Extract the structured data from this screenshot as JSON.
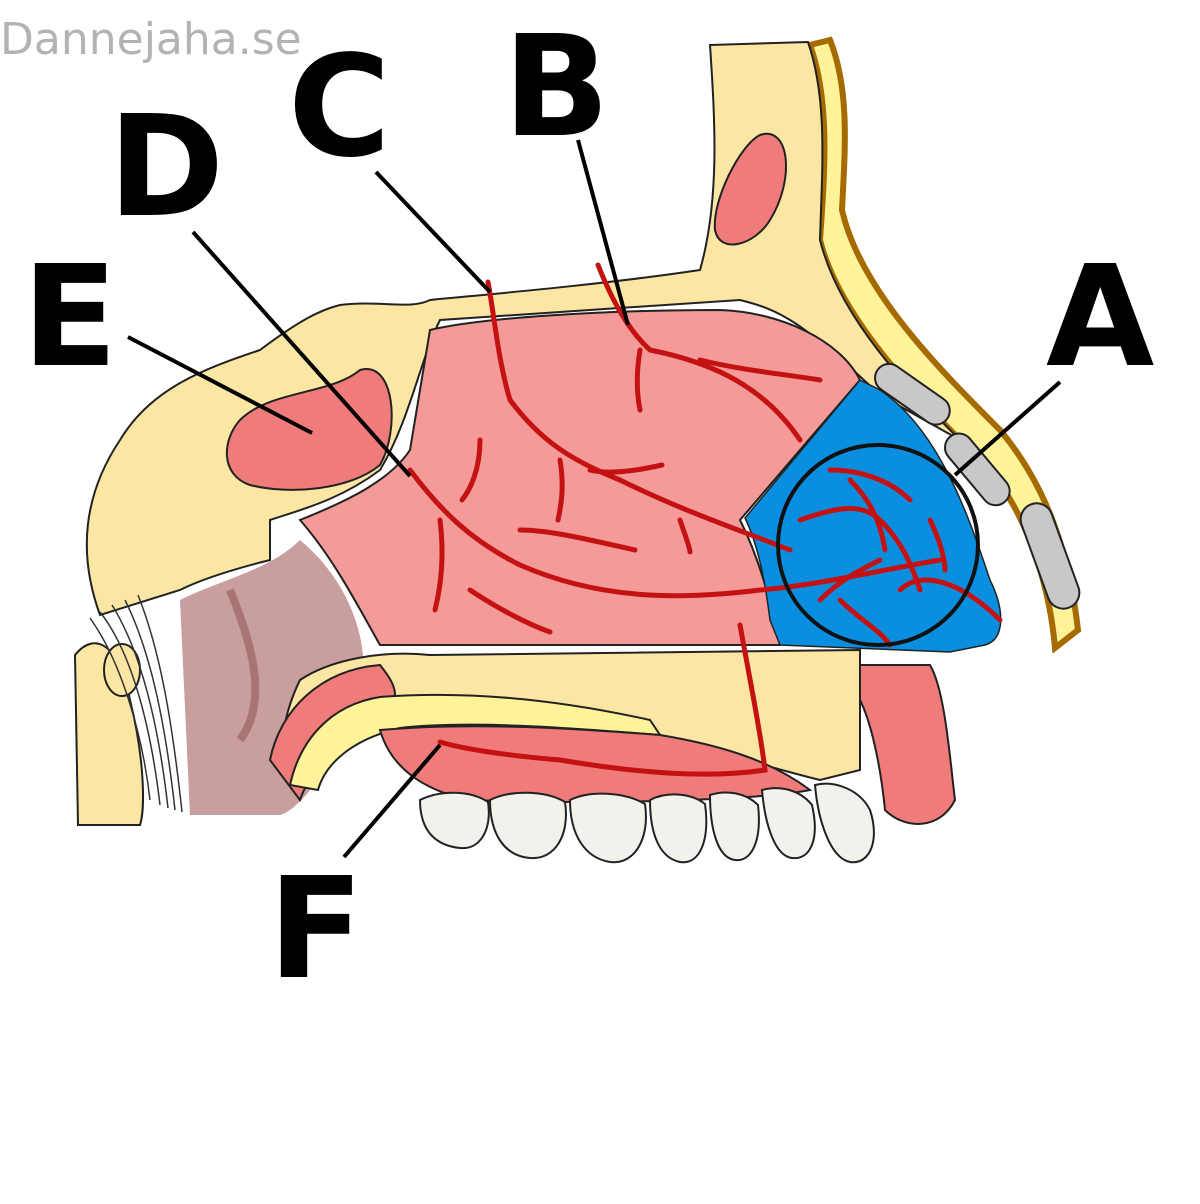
{
  "watermark": "Dannejaha.se",
  "labels": {
    "a": "A",
    "b": "B",
    "c": "C",
    "d": "D",
    "e": "E",
    "f": "F"
  },
  "colors": {
    "bone": "#fbe6a4",
    "mucosa": "#f49a98",
    "sinus": "#f07b7b",
    "kiesselbach": "#0a8fe0",
    "vessel": "#c41212",
    "cartilage": "#c8c8c8",
    "skin": "#a56a00",
    "tooth": "#f3f1ec"
  }
}
